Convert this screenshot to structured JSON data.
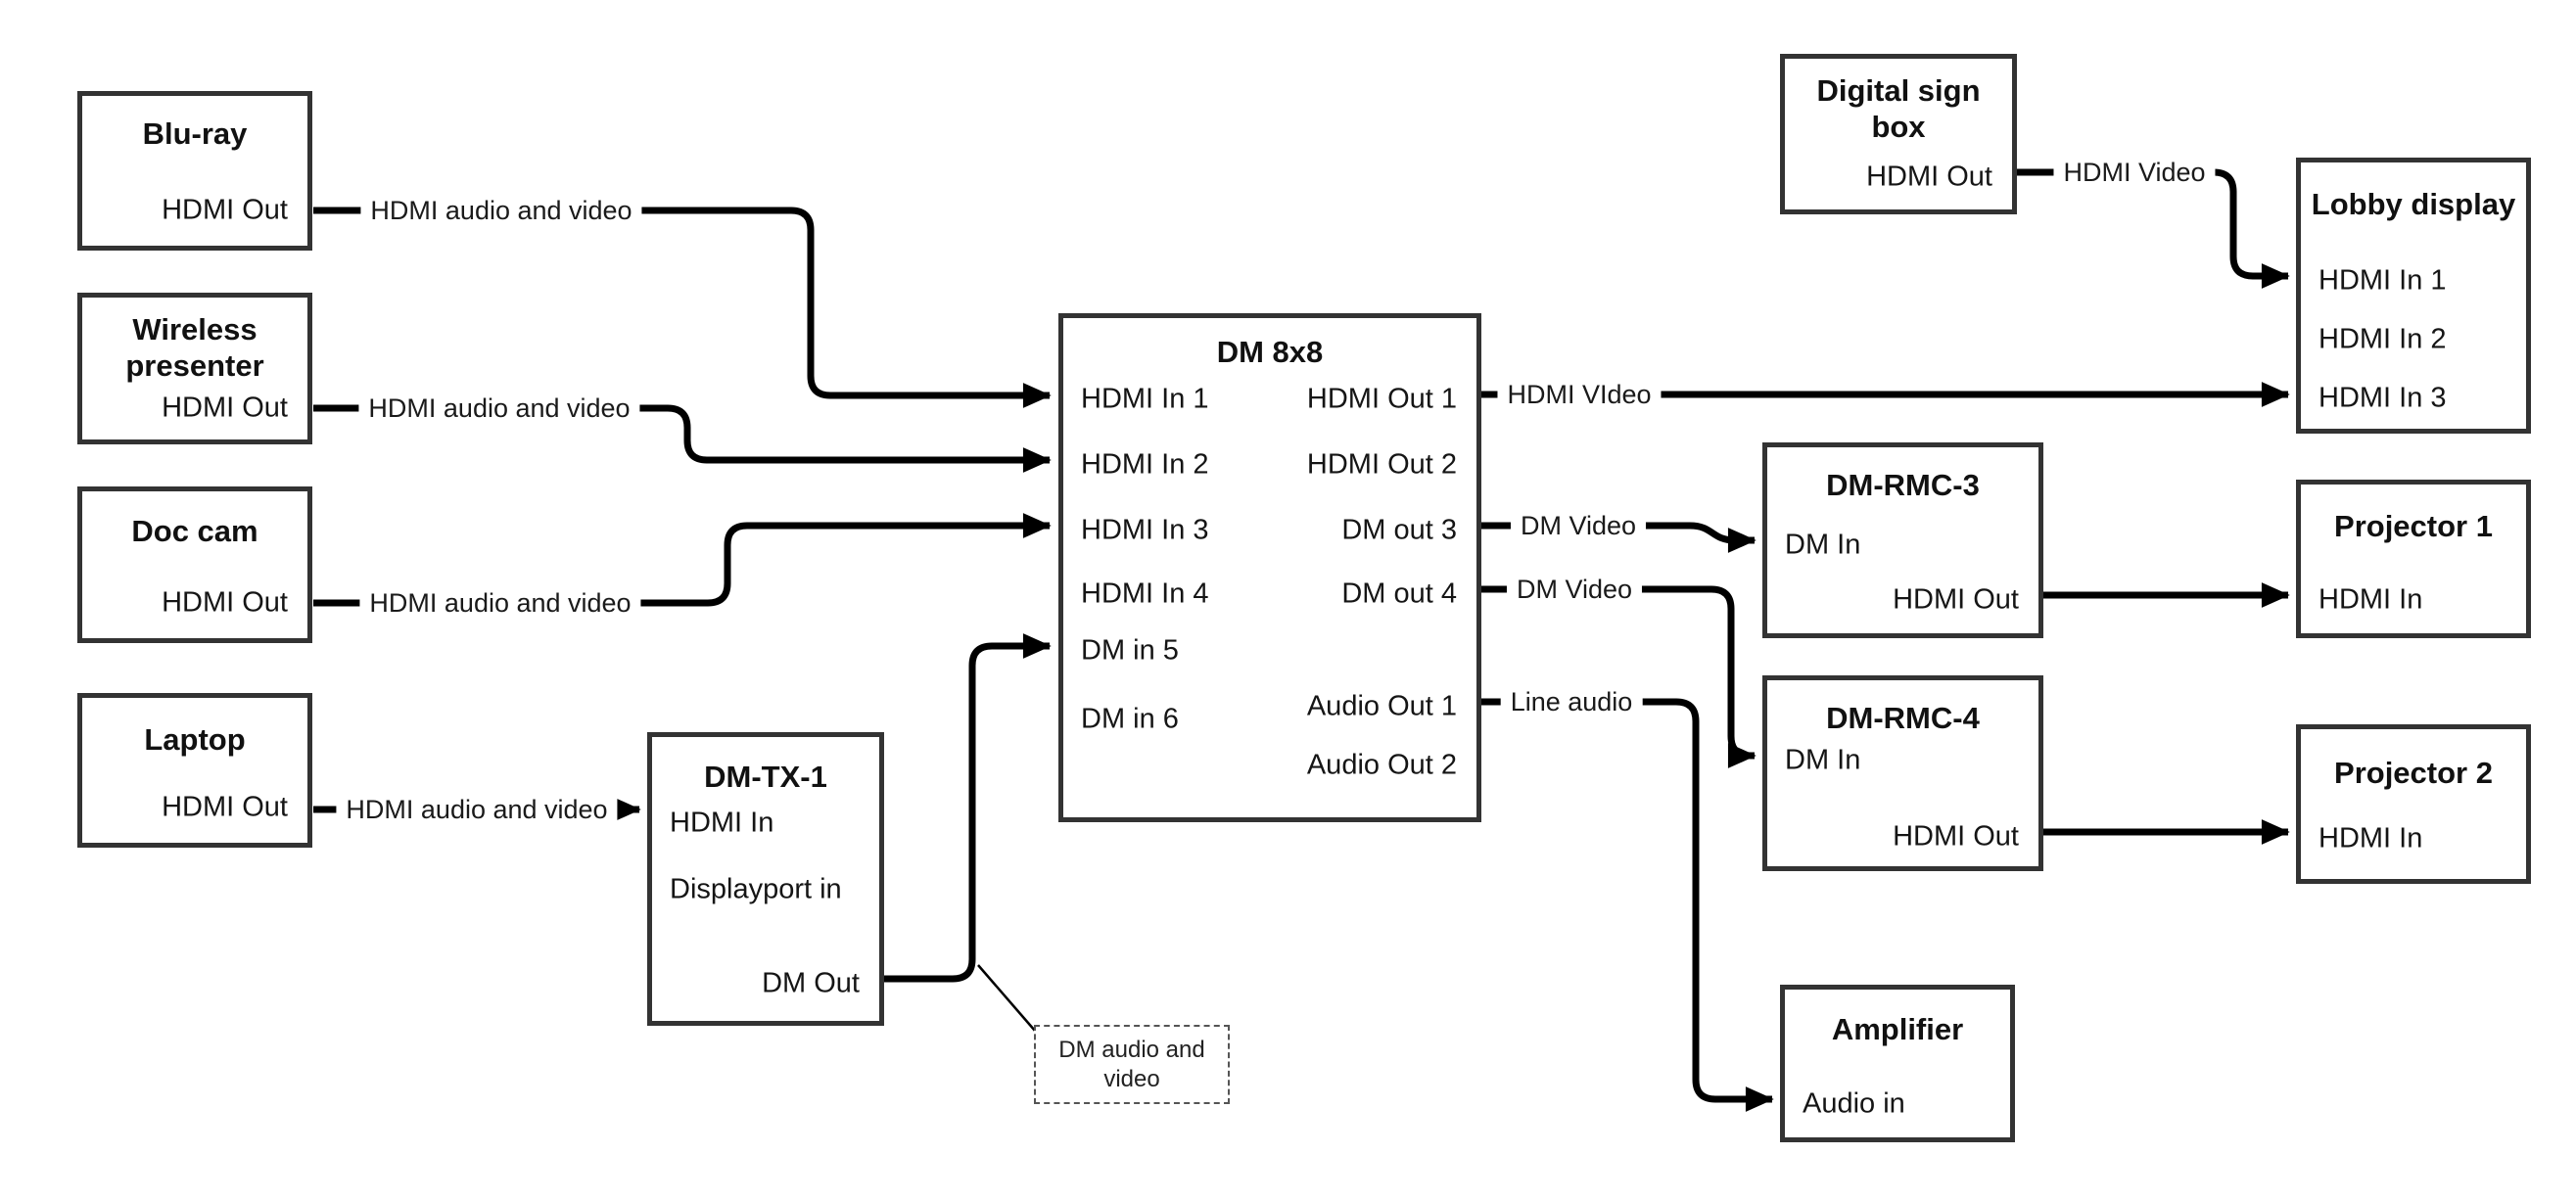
{
  "ink": {
    "line_color": "#000000",
    "box_border_color": "#333333",
    "text_color": "#111111",
    "background": "#ffffff"
  },
  "nodes": {
    "bluray": {
      "title": "Blu-ray",
      "ports": {
        "hdmi_out": "HDMI Out"
      }
    },
    "wireless": {
      "title": "Wireless presenter",
      "ports": {
        "hdmi_out": "HDMI Out"
      }
    },
    "doccam": {
      "title": "Doc cam",
      "ports": {
        "hdmi_out": "HDMI Out"
      }
    },
    "laptop": {
      "title": "Laptop",
      "ports": {
        "hdmi_out": "HDMI Out"
      }
    },
    "dmtx1": {
      "title": "DM-TX-1",
      "ports": {
        "hdmi_in": "HDMI In",
        "displayport_in": "Displayport in",
        "dm_out": "DM Out"
      }
    },
    "dm8x8": {
      "title": "DM 8x8",
      "inputs": [
        "HDMI In 1",
        "HDMI In 2",
        "HDMI In 3",
        "HDMI In 4",
        "DM in 5",
        "DM in 6"
      ],
      "outputs": [
        "HDMI Out 1",
        "HDMI Out 2",
        "DM out 3",
        "DM out 4",
        "Audio Out 1",
        "Audio Out 2"
      ]
    },
    "digitalsign": {
      "title": "Digital sign box",
      "ports": {
        "hdmi_out": "HDMI Out"
      }
    },
    "lobby": {
      "title": "Lobby display",
      "ports": [
        "HDMI In 1",
        "HDMI In 2",
        "HDMI In 3"
      ]
    },
    "dmrmc3": {
      "title": "DM-RMC-3",
      "ports": {
        "dm_in": "DM In",
        "hdmi_out": "HDMI Out"
      }
    },
    "proj1": {
      "title": "Projector 1",
      "ports": {
        "hdmi_in": "HDMI In"
      }
    },
    "dmrmc4": {
      "title": "DM-RMC-4",
      "ports": {
        "dm_in": "DM In",
        "hdmi_out": "HDMI Out"
      }
    },
    "proj2": {
      "title": "Projector 2",
      "ports": {
        "hdmi_in": "HDMI In"
      }
    },
    "amplifier": {
      "title": "Amplifier",
      "ports": {
        "audio_in": "Audio in"
      }
    }
  },
  "edge_labels": {
    "bluray_line": "HDMI audio and video",
    "wireless_line": "HDMI audio and video",
    "doccam_line": "HDMI audio and video",
    "laptop_line": "HDMI audio and video",
    "hdmi_out_1_line": "HDMI VIdeo",
    "dm_out_3_line": "DM Video",
    "dm_out_4_line": "DM Video",
    "audio_out_1_line": "Line audio",
    "digital_sign_line": "HDMI Video"
  },
  "note": {
    "text": "DM audio and video"
  }
}
